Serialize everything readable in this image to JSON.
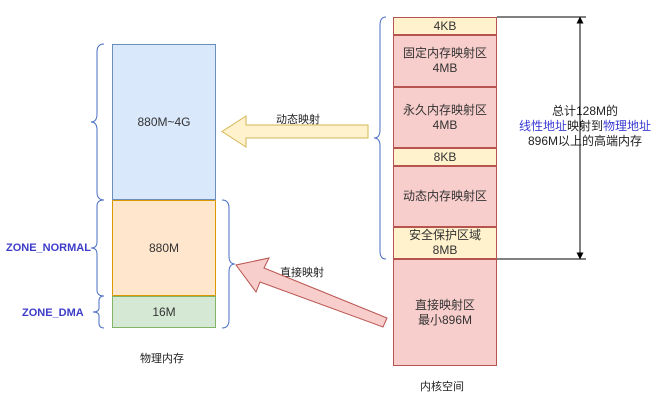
{
  "physical_memory": {
    "title": "物理内存",
    "regions": [
      {
        "label": "880M~4G",
        "color": "#dae8fc",
        "border": "#6c8ebf"
      },
      {
        "label": "880M",
        "color": "#ffe6cc",
        "border": "#d79b00"
      },
      {
        "label": "16M",
        "color": "#d5e8d4",
        "border": "#82b366"
      }
    ],
    "zones": {
      "normal": "ZONE_NORMAL",
      "dma": "ZONE_DMA"
    }
  },
  "kernel_space": {
    "title": "内核空间",
    "regions": [
      {
        "lines": [
          "4KB"
        ],
        "color": "#fff2cc"
      },
      {
        "lines": [
          "固定内存映射区",
          "4MB"
        ],
        "color": "#f8cecc"
      },
      {
        "lines": [
          "永久内存映射区",
          "4MB"
        ],
        "color": "#f8cecc"
      },
      {
        "lines": [
          "8KB"
        ],
        "color": "#fff2cc"
      },
      {
        "lines": [
          "动态内存映射区"
        ],
        "color": "#f8cecc"
      },
      {
        "lines": [
          "安全保护区域",
          "8MB"
        ],
        "color": "#fff2cc"
      },
      {
        "lines": [
          "直接映射区",
          "最小896M"
        ],
        "color": "#f8cecc"
      }
    ]
  },
  "arrows": {
    "dynamic": {
      "label": "动态映射",
      "color": "#fff2cc",
      "border": "#d6b656"
    },
    "direct": {
      "label": "直接映射",
      "color": "#f8cecc",
      "border": "#b85450"
    }
  },
  "annotation": {
    "line1": "总计128M的",
    "line2a": "线性地址",
    "line2b": "映射到",
    "line2c": "物理地址",
    "line3": "896M以上的高端内存"
  }
}
